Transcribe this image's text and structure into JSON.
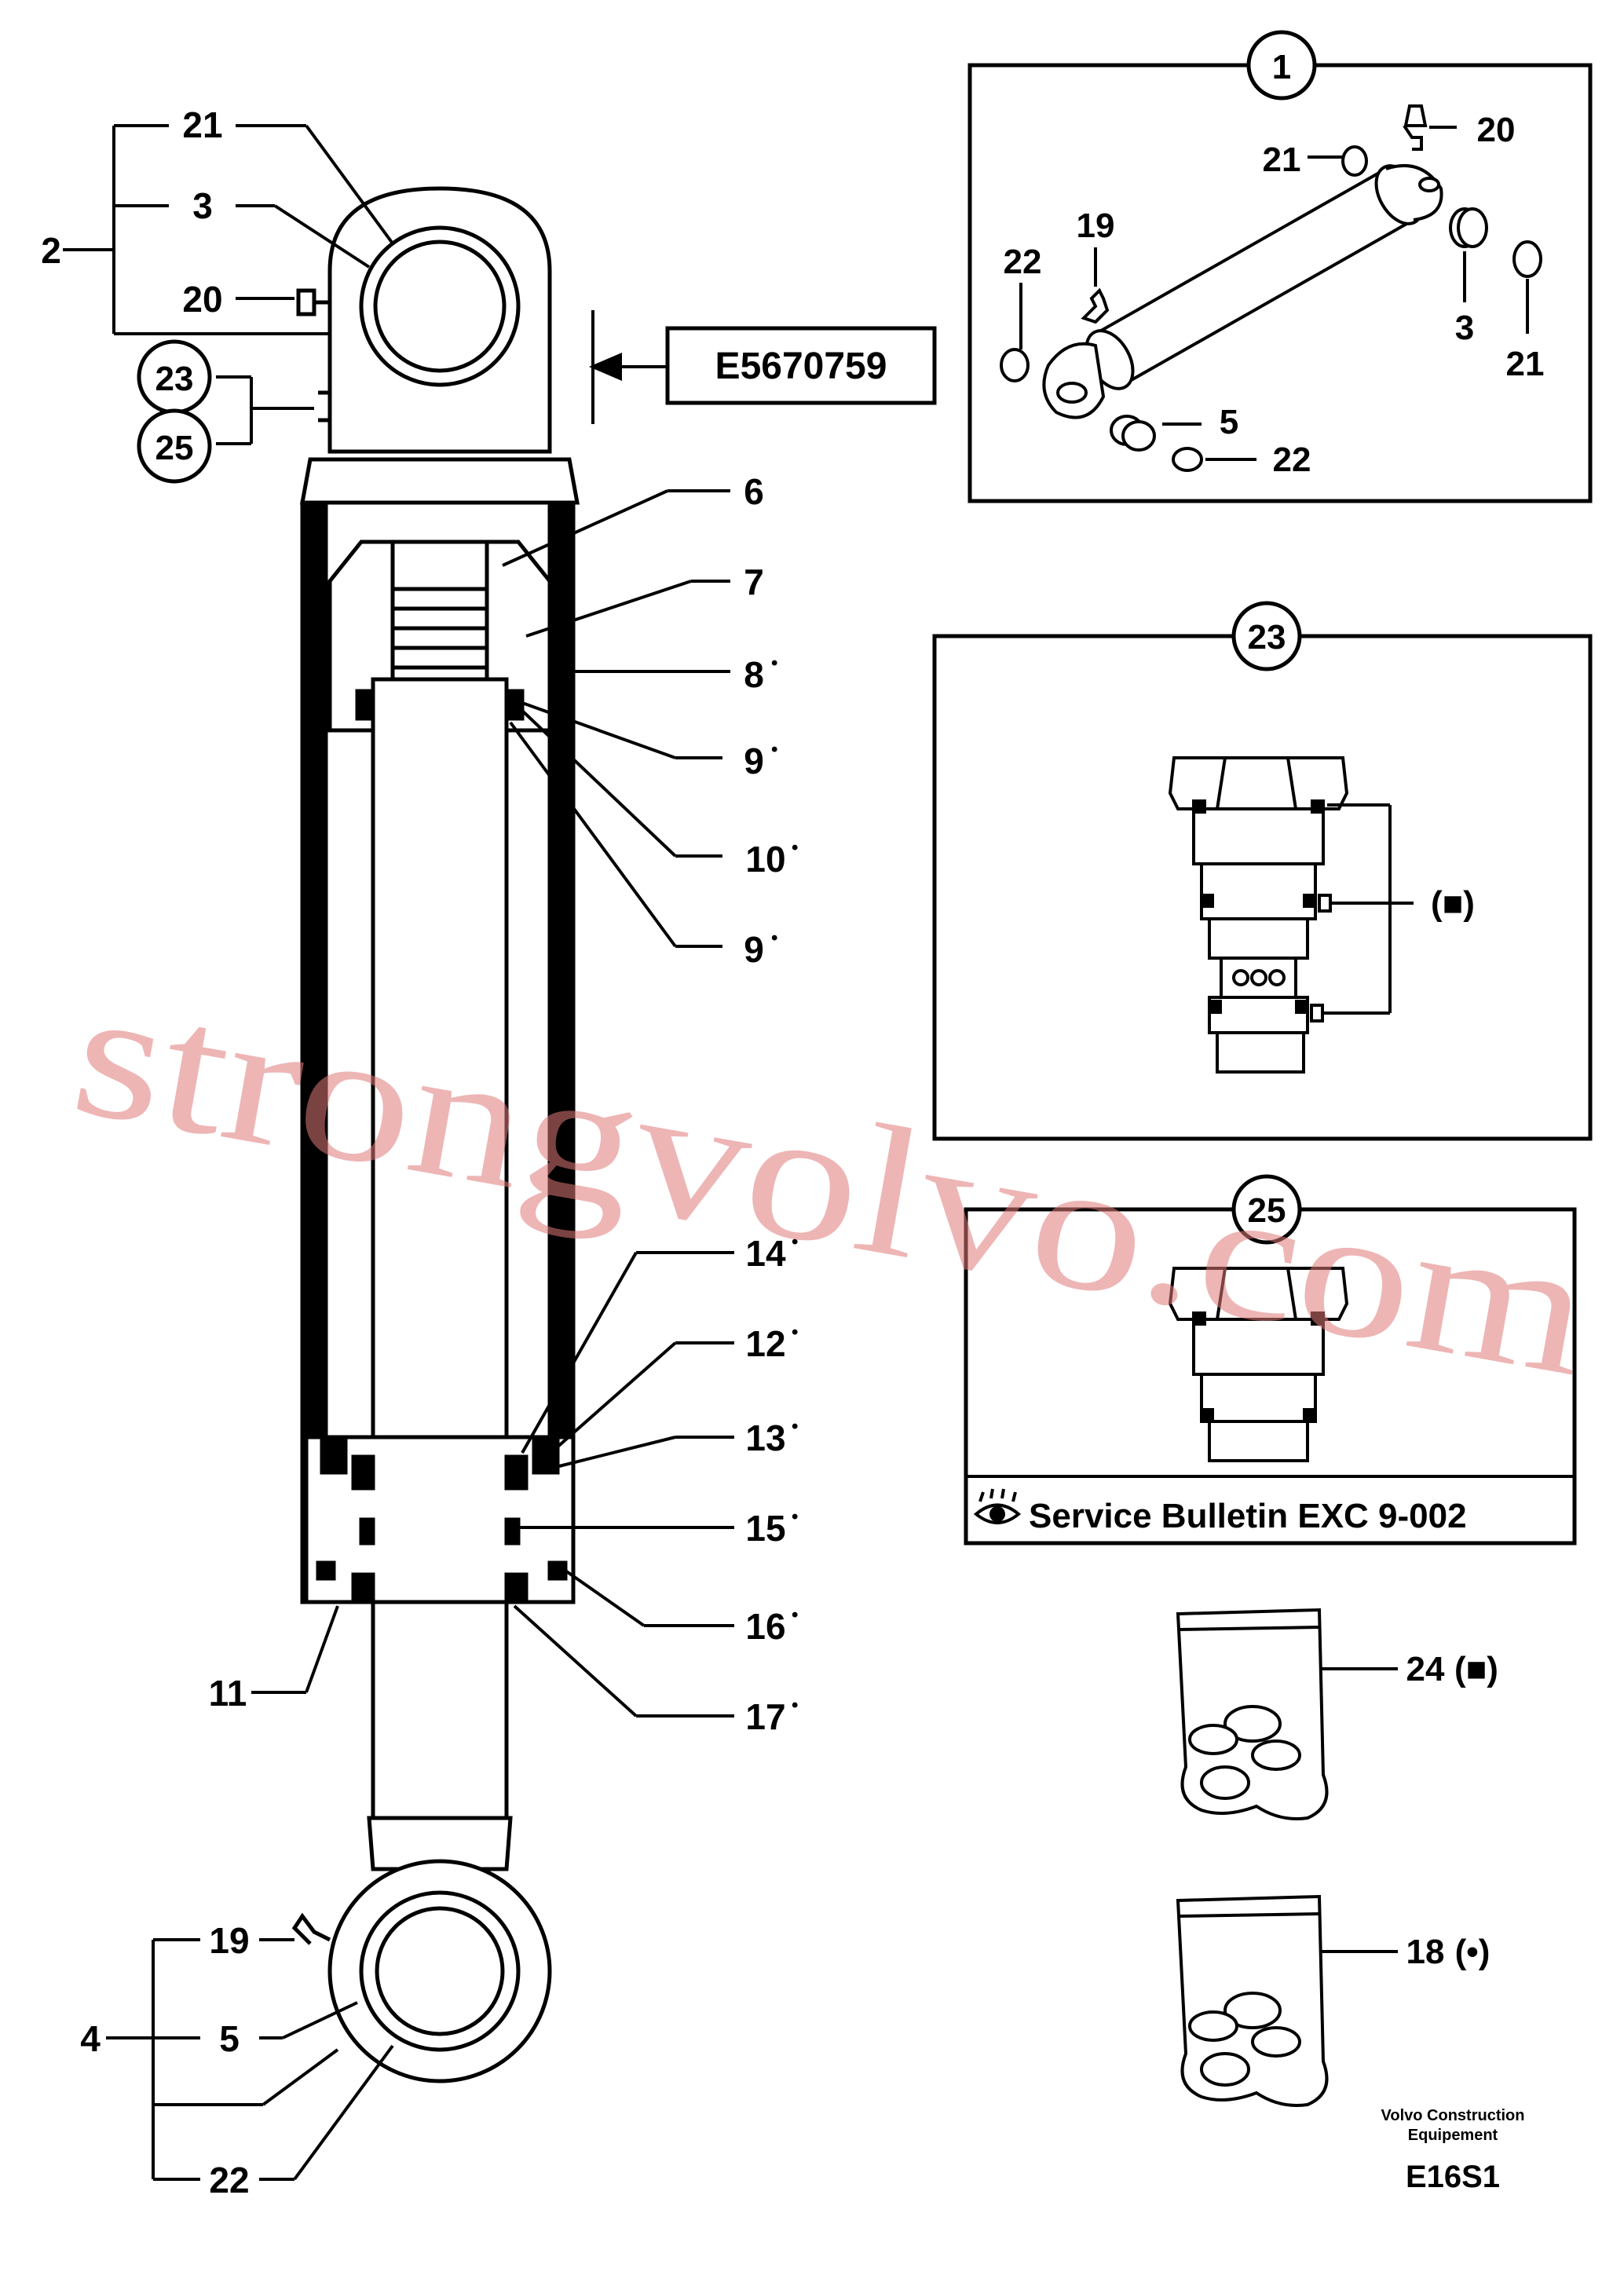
{
  "drawing_code": "E16S1",
  "footer": {
    "line1": "Volvo Construction",
    "line2": "Equipement"
  },
  "reference_box": "E5670759",
  "service_bulletin": "Service Bulletin EXC 9-002",
  "service_bulletin_icon": "eye-icon",
  "watermark": "strongvolvo.com",
  "main_labels": {
    "l21": "21",
    "l3": "3",
    "l2": "2",
    "l20": "20",
    "l23": "23",
    "l25": "25",
    "l6": "6",
    "l7": "7",
    "l8": "8",
    "l9a": "9",
    "l10": "10",
    "l9b": "9",
    "l14": "14",
    "l12": "12",
    "l13": "13",
    "l15": "15",
    "l16": "16",
    "l17": "17",
    "l11": "11",
    "l19": "19",
    "l4": "4",
    "l5": "5",
    "l22": "22",
    "l24": "24",
    "l18": "18"
  },
  "markers": {
    "square": "(■)",
    "dot": "(•)",
    "bullet": "•"
  },
  "detail_1": {
    "badge": "1",
    "labels": {
      "d20": "20",
      "d21a": "21",
      "d19": "19",
      "d22a": "22",
      "d3": "3",
      "d21b": "21",
      "d5": "5",
      "d22b": "22"
    }
  },
  "detail_23": {
    "badge": "23",
    "marker": "(■)"
  },
  "detail_25": {
    "badge": "25"
  }
}
